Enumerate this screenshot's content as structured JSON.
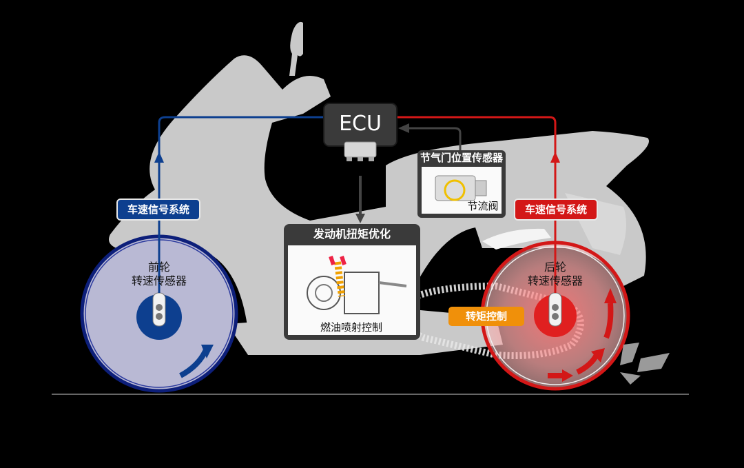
{
  "ecu": {
    "label": "ECU"
  },
  "throttle_sensor": {
    "title": "节气门位置传感器",
    "caption": "节流阀"
  },
  "engine": {
    "title": "发动机扭矩优化",
    "caption": "燃油喷射控制"
  },
  "front": {
    "signal": "车速信号系统",
    "sensor_line1": "前轮",
    "sensor_line2": "转速传感器"
  },
  "rear": {
    "signal": "车速信号系统",
    "sensor_line1": "后轮",
    "sensor_line2": "转速传感器"
  },
  "torque": {
    "label": "转矩控制"
  },
  "colors": {
    "front": "#0d3f8f",
    "rear": "#d31717",
    "accent": "#f0900a",
    "body": "#c9c9c9"
  }
}
